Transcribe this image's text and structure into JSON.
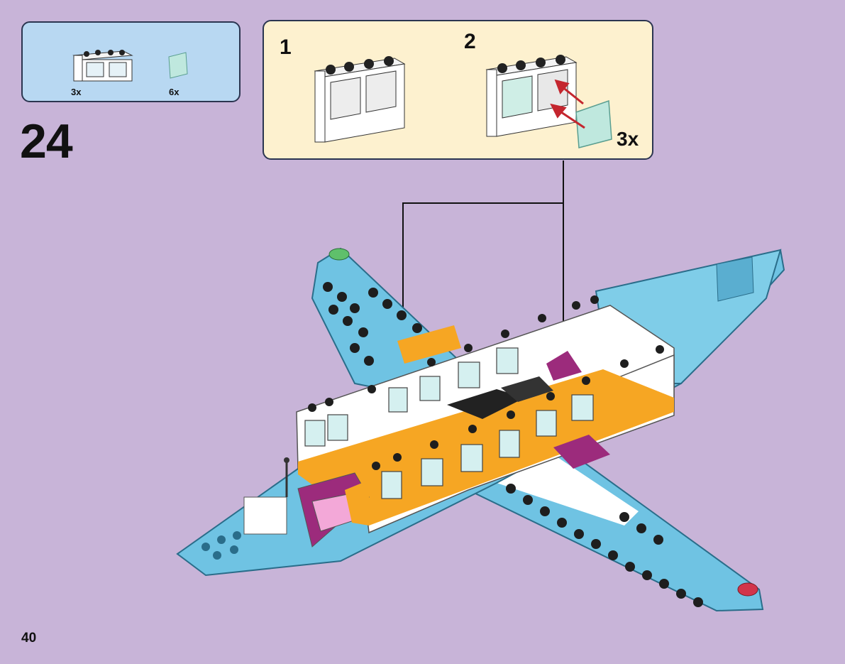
{
  "step": {
    "number": "24"
  },
  "parts": [
    {
      "name": "window-frame",
      "qty": "3x"
    },
    {
      "name": "window-glass",
      "qty": "6x"
    }
  ],
  "subassembly": {
    "steps": [
      {
        "number": "1"
      },
      {
        "number": "2",
        "qty": "3x"
      }
    ]
  },
  "page": {
    "number": "40"
  },
  "colors": {
    "background": "#c8b4d8",
    "parts_box": "#b8d8f2",
    "subassembly_box": "#fdf1cf",
    "arrow_red": "#c4262e",
    "plane_blue": "#6fc3e3",
    "orange": "#f6a623",
    "magenta": "#9c2b7c",
    "pink": "#f3a8d8"
  }
}
